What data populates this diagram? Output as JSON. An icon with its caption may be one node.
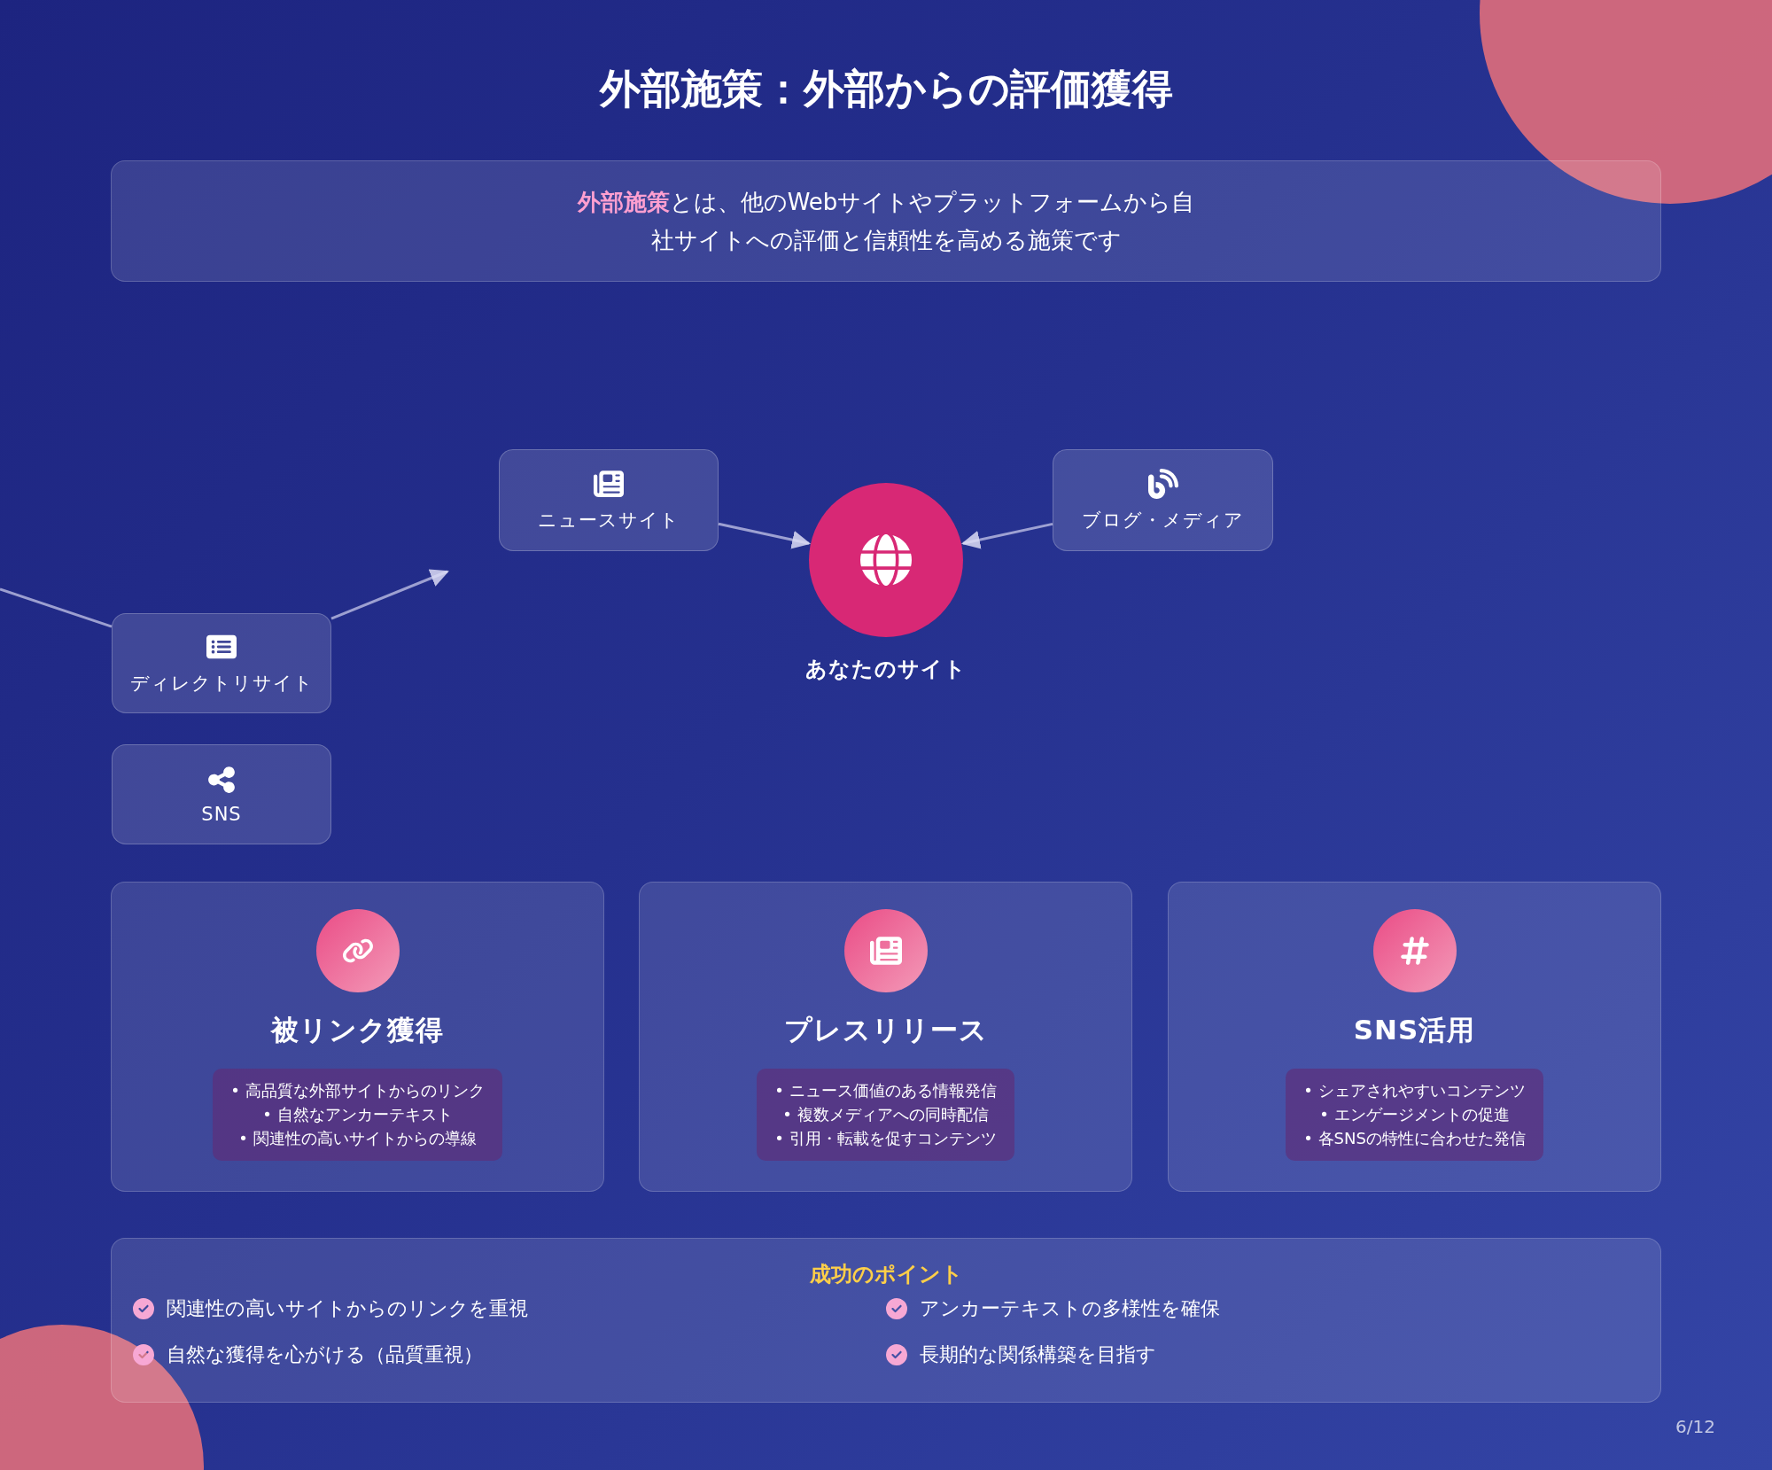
{
  "diagram": {
    "title": "外部施策：外部からの評価獲得",
    "nodes": [
      {
        "text": [
          "**外部施策**とは、他のWebサイトやプラットフォームから自社サイトへの評価と信頼性を高める施策です"
        ]
      },
      {
        "text": [
          "ニュースサイト"
        ]
      },
      {
        "text": [
          "ブログ・メディア"
        ]
      },
      {
        "text": [],
        "shape": "circle",
        "beside": [
          "あなたのサイト"
        ]
      },
      {
        "text": [
          "ディレクトリサイト"
        ]
      },
      {
        "text": [
          "SNS"
        ]
      },
      {
        "text": [
          "被リンク獲得"
        ]
      },
      {
        "text": [
          "• 高品質な外部サイトからのリンク",
          "• 自然なアンカーテキスト",
          "• 関連性の高いサイトからの導線"
        ],
        "in": 6
      },
      {
        "text": [
          "プレスリリース"
        ]
      },
      {
        "text": [
          "• ニュース価値のある情報発信",
          "• 複数メディアへの同時配信",
          "• 引用・転載を促すコンテンツ"
        ],
        "in": 8
      },
      {
        "text": [
          "SNS活用"
        ]
      },
      {
        "text": [
          "• シェアされやすいコンテンツ",
          "• エンゲージメントの促進",
          "• 各SNSの特性に合わせた発信"
        ],
        "in": 10
      },
      {
        "text": [
          "成功のポイント",
          "関連性の高いサイトからのリンクを重視",
          "アンカーテキストの多様性を確保",
          "自然な獲得を心がける（品質重視）",
          "長期的な関係構築を目指す"
        ]
      }
    ],
    "edges": [
      {
        "from": 1,
        "to": 3,
        "arrow": "to"
      },
      {
        "from": 2,
        "to": 3,
        "arrow": "to"
      },
      {
        "from": null,
        "to": 4,
        "arrow": "none"
      },
      {
        "from": 4,
        "to": null,
        "arrow": "to"
      }
    ],
    "labels": [
      "6/12"
    ]
  }
}
